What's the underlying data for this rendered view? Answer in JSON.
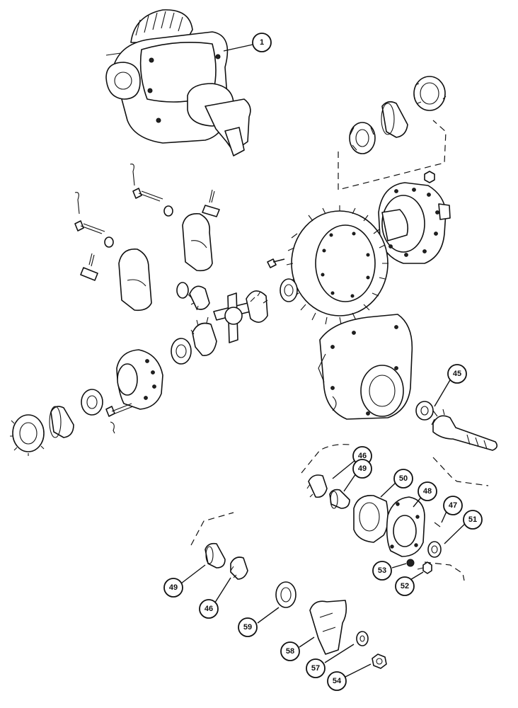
{
  "callouts": [
    {
      "id": "c1",
      "label": "1"
    },
    {
      "id": "c45",
      "label": "45"
    },
    {
      "id": "c46a",
      "label": "46"
    },
    {
      "id": "c49a",
      "label": "49"
    },
    {
      "id": "c50",
      "label": "50"
    },
    {
      "id": "c48",
      "label": "48"
    },
    {
      "id": "c47",
      "label": "47"
    },
    {
      "id": "c51",
      "label": "51"
    },
    {
      "id": "c53",
      "label": "53"
    },
    {
      "id": "c52",
      "label": "52"
    },
    {
      "id": "c49b",
      "label": "49"
    },
    {
      "id": "c46b",
      "label": "46"
    },
    {
      "id": "c59",
      "label": "59"
    },
    {
      "id": "c58",
      "label": "58"
    },
    {
      "id": "c57",
      "label": "57"
    },
    {
      "id": "c54",
      "label": "54"
    }
  ]
}
